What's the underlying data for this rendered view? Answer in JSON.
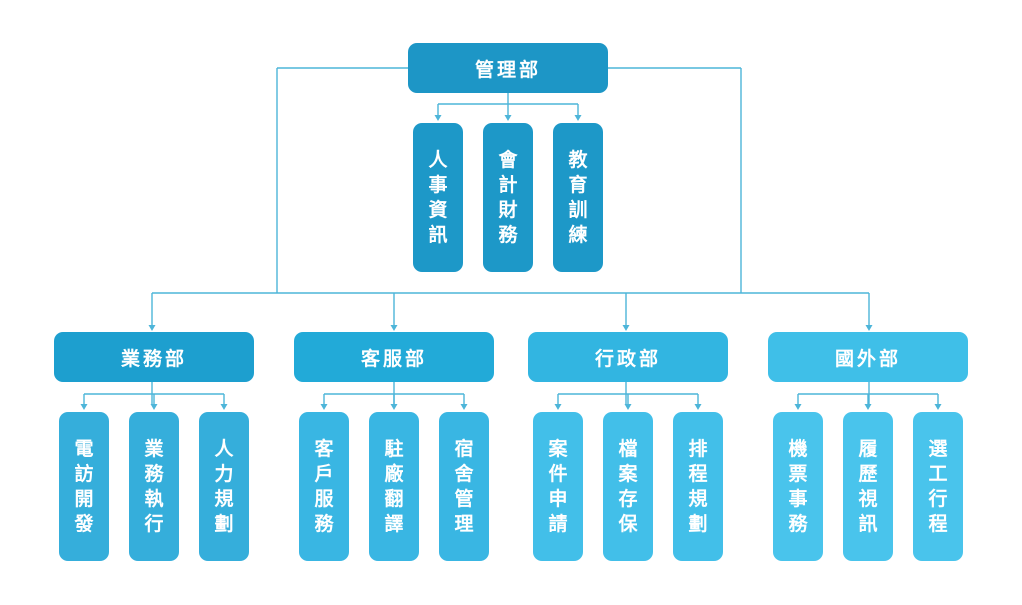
{
  "colors": {
    "line": "#4db5d9",
    "box_top": "#1d96c6",
    "box_sub_top": "#1d98c8",
    "box_dept": [
      "#1d9fcf",
      "#22aad8",
      "#32b5e1",
      "#3fbfe8"
    ],
    "box_sub": [
      "#35aedb",
      "#39b6e3",
      "#42bfe9",
      "#49c4ec"
    ]
  },
  "root": {
    "name": "管理部",
    "children": [
      "人事資訊",
      "會計財務",
      "教育訓練"
    ]
  },
  "departments": [
    {
      "name": "業務部",
      "children": [
        "電訪開發",
        "業務執行",
        "人力規劃"
      ]
    },
    {
      "name": "客服部",
      "children": [
        "客戶服務",
        "駐廠翻譯",
        "宿舍管理"
      ]
    },
    {
      "name": "行政部",
      "children": [
        "案件申請",
        "檔案存保",
        "排程規劃"
      ]
    },
    {
      "name": "國外部",
      "children": [
        "機票事務",
        "履歷視訊",
        "選工行程"
      ]
    }
  ]
}
